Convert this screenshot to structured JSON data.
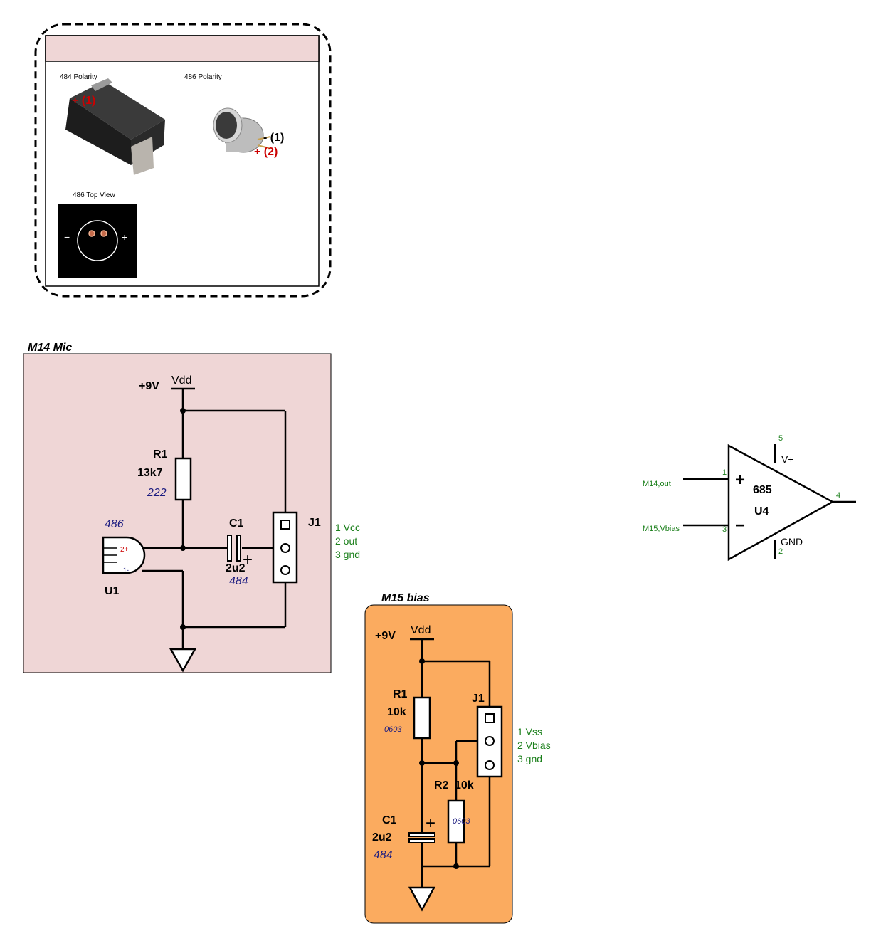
{
  "legend_panel": {
    "caption_484": "484 Polarity",
    "caption_486": "486 Polarity",
    "caption_486_top": "486 Top View",
    "cap_plus_label": "+ (1)",
    "mic_minus_label": "- (1)",
    "mic_plus_label": "+ (2)",
    "top_minus": "−",
    "top_plus": "+"
  },
  "m14": {
    "title": "M14 Mic",
    "supply": "+9V",
    "vdd": "Vdd",
    "r1_ref": "R1",
    "r1_val": "13k7",
    "r1_pkg": "222",
    "c1_ref": "C1",
    "c1_val": "2u2",
    "c1_pkg": "484",
    "c1_plus": "+",
    "u1_pkg": "486",
    "u1_ref": "U1",
    "u1_pin2": "2+",
    "u1_pin1": "1-",
    "j1_ref": "J1",
    "j1_pins": [
      "1 Vcc",
      "2 out",
      "3 gnd"
    ]
  },
  "m15": {
    "title": "M15 bias",
    "supply": "+9V",
    "vdd": "Vdd",
    "r1_ref": "R1",
    "r1_val": "10k",
    "r1_pkg": "0603",
    "r2_ref": "R2",
    "r2_val": "10k",
    "r2_pkg": "0603",
    "c1_ref": "C1",
    "c1_val": "2u2",
    "c1_pkg": "484",
    "c1_plus": "+",
    "j1_ref": "J1",
    "j1_pins": [
      "1 Vss",
      "2 Vbias",
      "3 gnd"
    ]
  },
  "opamp": {
    "part": "685",
    "ref": "U4",
    "in_plus_net": "M14,out",
    "in_minus_net": "M15,Vbias",
    "pin1": "1",
    "pin3": "3",
    "pin4": "4",
    "pin5": "5",
    "pin2": "2",
    "vplus": "V+",
    "gnd": "GND",
    "plus_sign": "+",
    "minus_sign": "−"
  },
  "colors": {
    "m14_fill": "#efd6d6",
    "m15_fill": "#fbab5f",
    "header_fill": "#efd6d6",
    "net_label": "#1a7f1a",
    "package_label": "#1c1c80",
    "polarity_red": "#cc0000"
  }
}
